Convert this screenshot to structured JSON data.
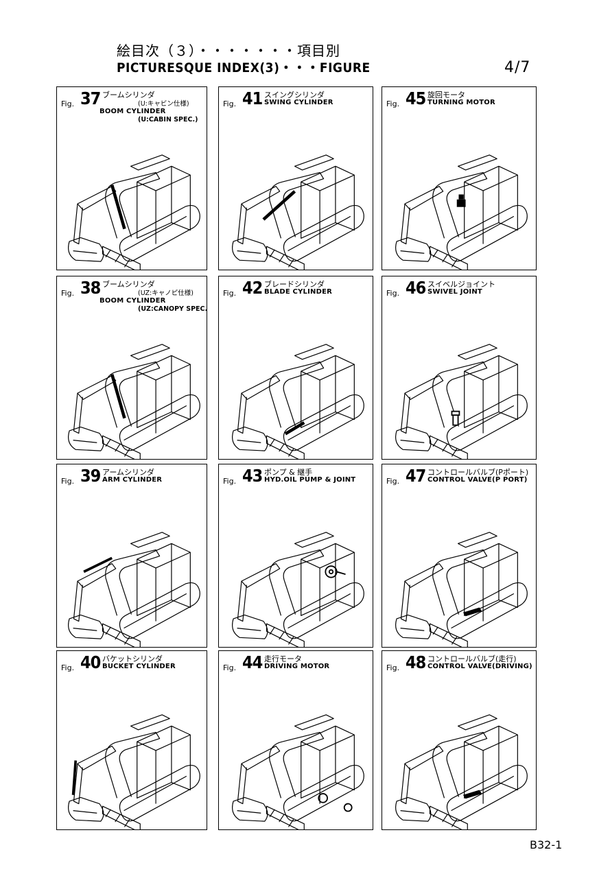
{
  "header": {
    "title_jp": "絵目次（３）・・・・・・・項目別",
    "title_en": "PICTURESQUE INDEX(3)・・・FIGURE",
    "page": "4/7"
  },
  "footer": {
    "code": "B32-1"
  },
  "figures": [
    {
      "prefix": "Fig.",
      "num": "37",
      "jp": "ブームシリンダ",
      "jp2": "(U:キャビン仕様)",
      "en": "BOOM CYLINDER",
      "en2": "(U:CABIN SPEC.)",
      "highlight": "boom"
    },
    {
      "prefix": "Fig.",
      "num": "41",
      "jp": "スイングシリンダ",
      "en": "SWING CYLINDER",
      "highlight": "swing"
    },
    {
      "prefix": "Fig.",
      "num": "45",
      "jp": "旋回モータ",
      "en": "TURNING MOTOR",
      "highlight": "turning"
    },
    {
      "prefix": "Fig.",
      "num": "38",
      "jp": "ブームシリンダ",
      "jp2": "(UZ:キャノピ仕様)",
      "en": "BOOM CYLINDER",
      "en2": "(UZ:CANOPY SPEC.)",
      "highlight": "boom"
    },
    {
      "prefix": "Fig.",
      "num": "42",
      "jp": "ブレードシリンダ",
      "en": "BLADE CYLINDER",
      "highlight": "blade"
    },
    {
      "prefix": "Fig.",
      "num": "46",
      "jp": "スイベルジョイント",
      "en": "SWIVEL JOINT",
      "highlight": "swivel"
    },
    {
      "prefix": "Fig.",
      "num": "39",
      "jp": "アームシリンダ",
      "en": "ARM CYLINDER",
      "highlight": "arm"
    },
    {
      "prefix": "Fig.",
      "num": "43",
      "jp": "ポンプ & 継手",
      "en": "HYD.OIL PUMP & JOINT",
      "highlight": "pump"
    },
    {
      "prefix": "Fig.",
      "num": "47",
      "jp": "コントロールバルブ(Pポート)",
      "en": "CONTROL VALVE(P PORT)",
      "highlight": "valve"
    },
    {
      "prefix": "Fig.",
      "num": "40",
      "jp": "バケットシリンダ",
      "en": "BUCKET CYLINDER",
      "highlight": "bucket"
    },
    {
      "prefix": "Fig.",
      "num": "44",
      "jp": "走行モータ",
      "en": "DRIVING MOTOR",
      "highlight": "driving"
    },
    {
      "prefix": "Fig.",
      "num": "48",
      "jp": "コントロールバルブ(走行)",
      "en": "CONTROL VALVE(DRIVING)",
      "highlight": "valve"
    }
  ]
}
